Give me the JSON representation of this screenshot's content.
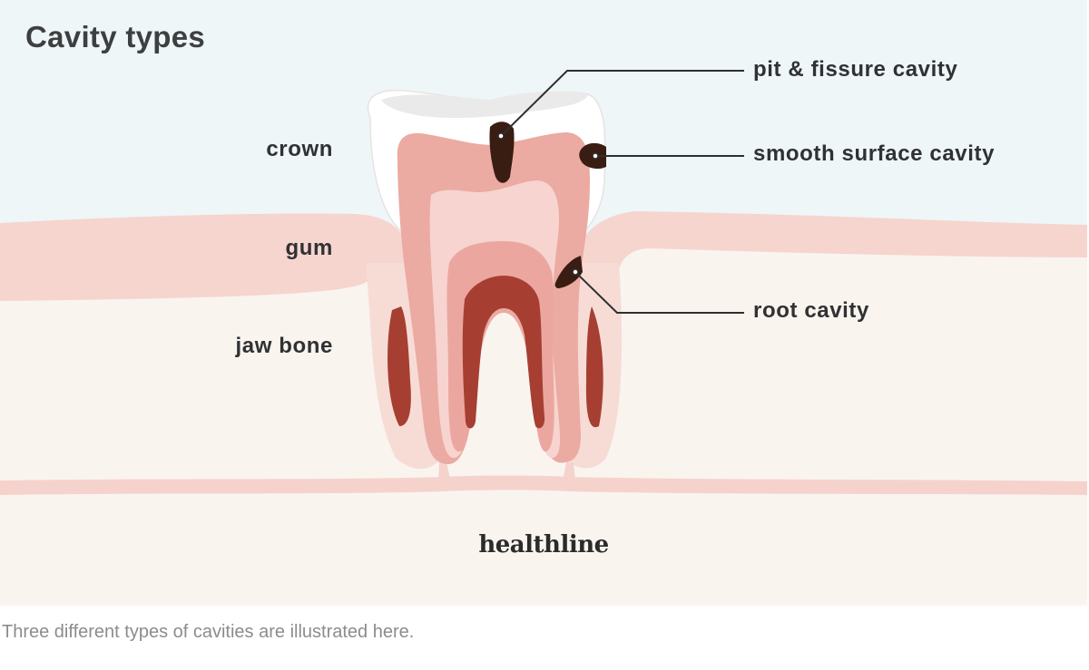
{
  "title": "Cavity types",
  "labels": {
    "crown": "crown",
    "gum": "gum",
    "jaw_bone": "jaw bone",
    "pit_fissure": "pit & fissure cavity",
    "smooth_surface": "smooth surface cavity",
    "root": "root cavity"
  },
  "brand": "healthline",
  "caption": "Three different types of cavities are illustrated here.",
  "colors": {
    "sky": "#eef6f8",
    "bone": "#faf3ee",
    "gum": "#f6d5cf",
    "enamel": "#ffffff",
    "dentin": "#ebaaa2",
    "pulp_light": "#f7d4cf",
    "pulp_dark": "#a63f32",
    "decay": "#3a1d12",
    "text": "#303133"
  }
}
